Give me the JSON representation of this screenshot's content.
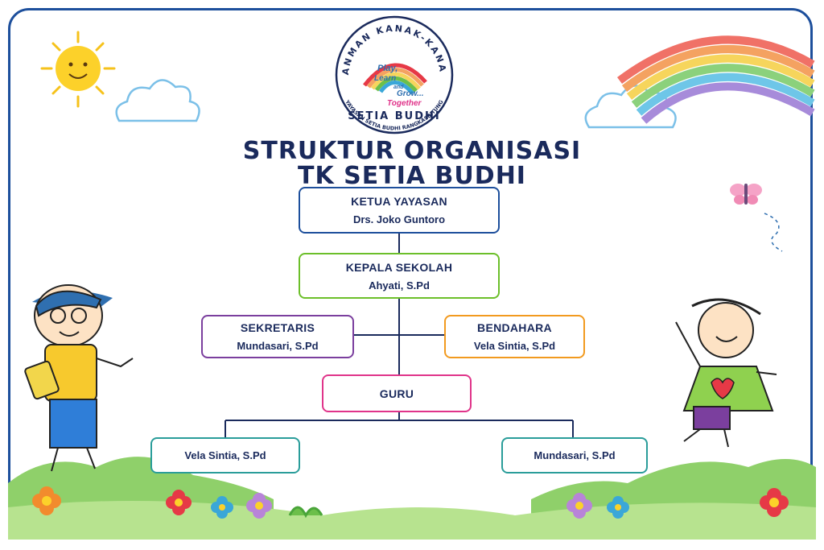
{
  "logo": {
    "arc_text": "TANMAN KANAK-KANAK",
    "name": "SETIA BUDHI",
    "foundation": "YAYASAN SETIA BUDHI RANGKASBITUNG",
    "slogan": [
      "Play,",
      "Learn",
      "and",
      "Grow...",
      "Together"
    ]
  },
  "title": {
    "line1": "STRUKTUR ORGANISASI",
    "line2": "TK SETIA BUDHI"
  },
  "org": {
    "ketua": {
      "role": "KETUA YAYASAN",
      "person": "Drs. Joko Guntoro",
      "color": "#1d4f9c"
    },
    "kepala": {
      "role": "KEPALA SEKOLAH",
      "person": "Ahyati, S.Pd",
      "color": "#6cbf2a"
    },
    "sekretaris": {
      "role": "SEKRETARIS",
      "person": "Mundasari, S.Pd",
      "color": "#7b3f9e"
    },
    "bendahara": {
      "role": "BENDAHARA",
      "person": "Vela Sintia, S.Pd",
      "color": "#f29a1f"
    },
    "guru": {
      "role": "GURU",
      "color": "#e0348a"
    },
    "guru1": {
      "person": "Vela Sintia, S.Pd",
      "color": "#2a9d9a"
    },
    "guru2": {
      "person": "Mundasari, S.Pd",
      "color": "#2a9d9a"
    }
  }
}
